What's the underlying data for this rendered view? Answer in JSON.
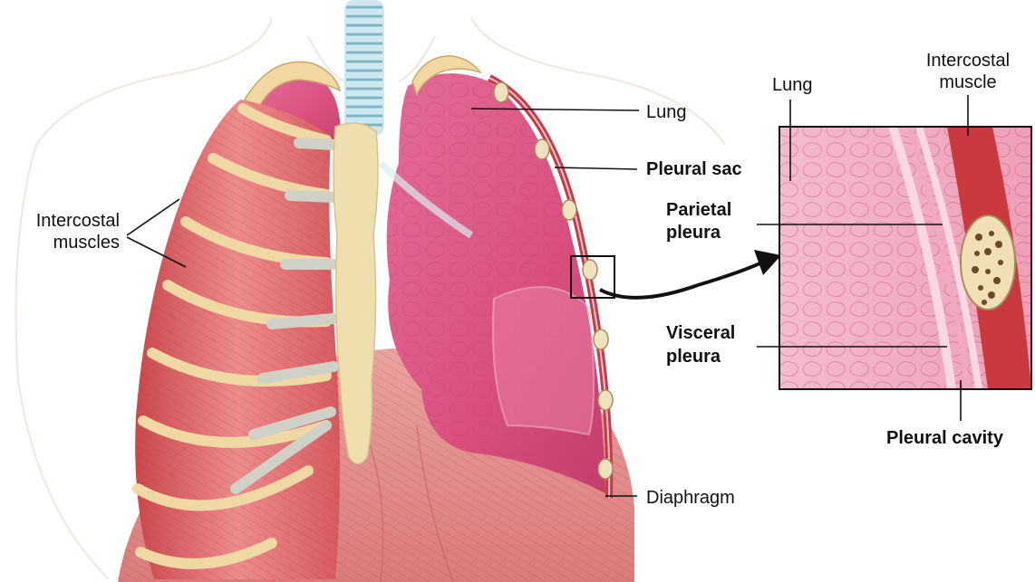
{
  "labels": {
    "lung": "Lung",
    "pleural_sac": "Pleural sac",
    "intercostal_muscles_line1": "Intercostal",
    "intercostal_muscles_line2": "muscles",
    "diaphragm": "Diaphragm",
    "inset_lung": "Lung",
    "inset_intercostal_line1": "Intercostal",
    "inset_intercostal_line2": "muscle",
    "parietal_line1": "Parietal",
    "parietal_line2": "pleura",
    "visceral_line1": "Visceral",
    "visceral_line2": "pleura",
    "pleural_cavity": "Pleural cavity"
  },
  "colors": {
    "lung": "#d9507f",
    "lung_light": "#ec8db0",
    "muscle": "#e06f72",
    "muscle_dark": "#b8373c",
    "rib": "#f0d9a6",
    "cartilage": "#cfd0c6",
    "sternum": "#f0e0b0",
    "trachea": "#bfe0ea",
    "inset_bg": "#f2b3c6",
    "outline": "#111111"
  }
}
